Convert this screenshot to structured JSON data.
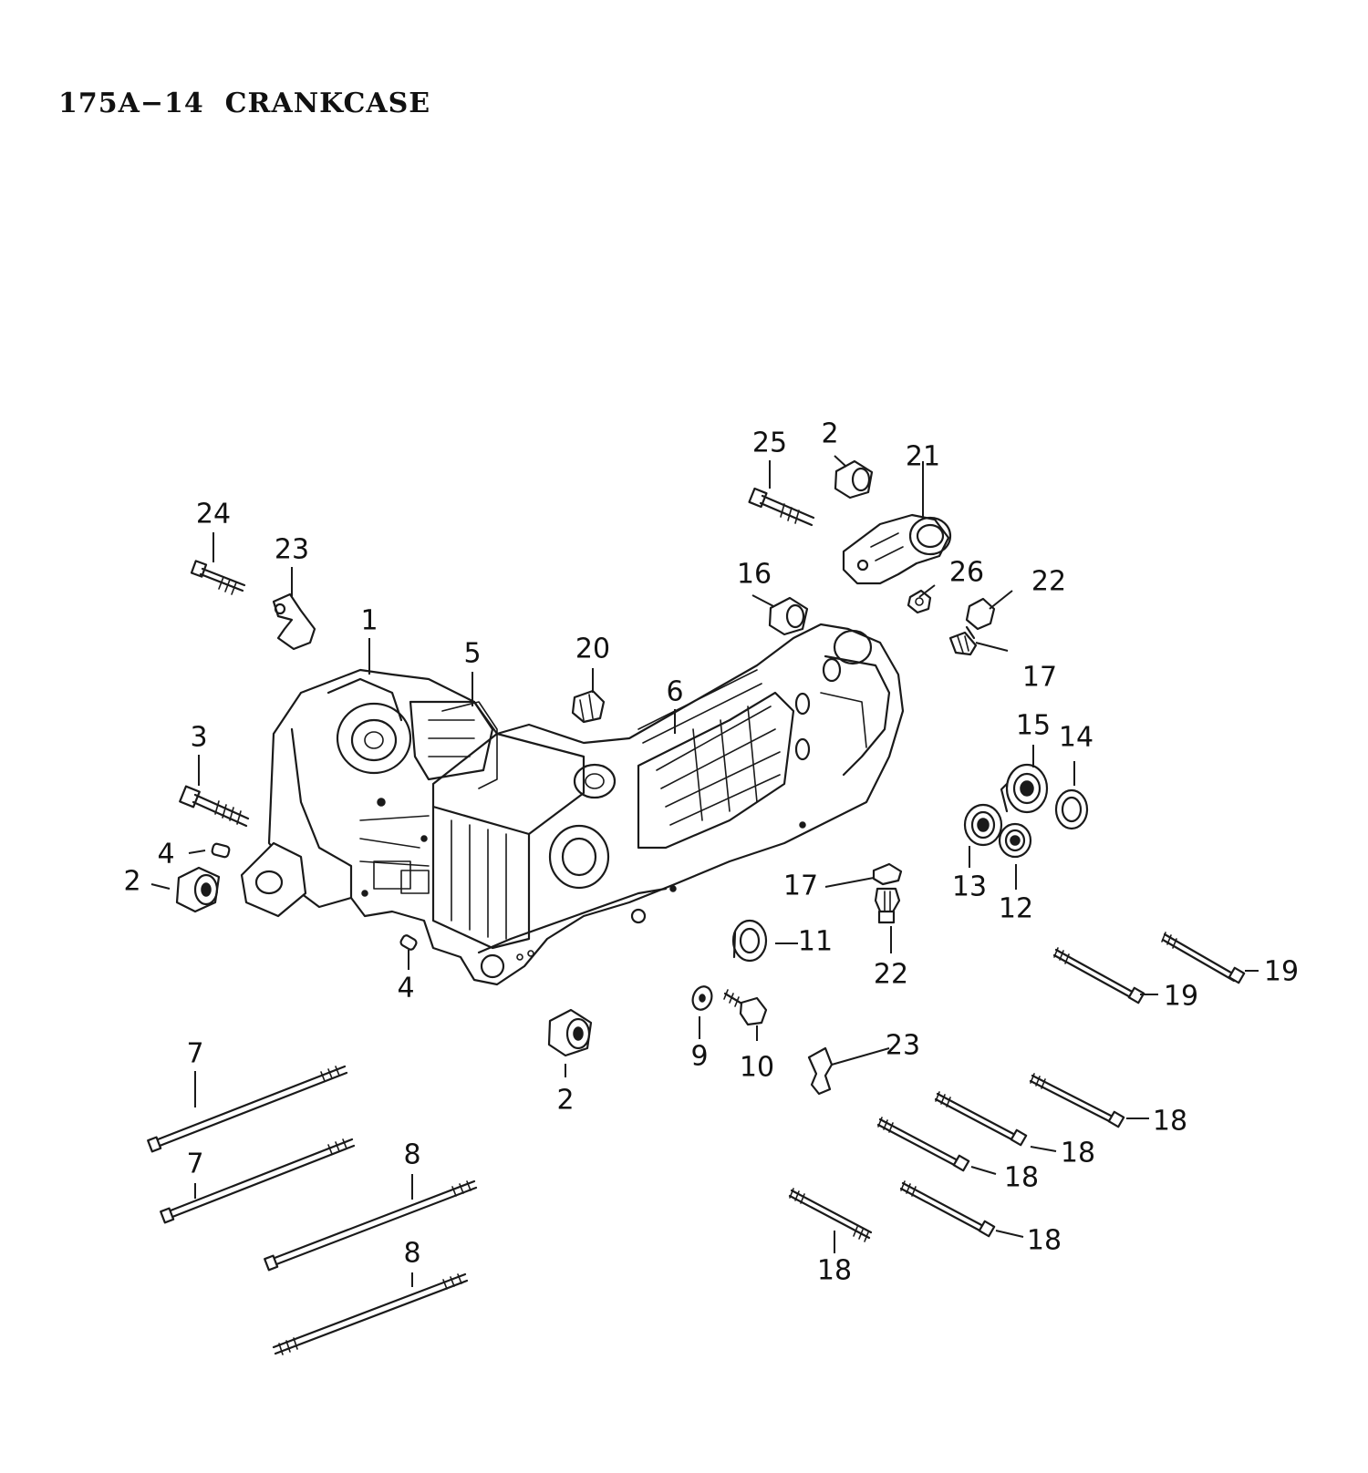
{
  "title": "175A−14  CRANKCASE",
  "callouts": {
    "c1": "1",
    "c2a": "2",
    "c2b": "2",
    "c2c": "2",
    "c3": "3",
    "c4a": "4",
    "c4b": "4",
    "c5": "5",
    "c6": "6",
    "c7a": "7",
    "c7b": "7",
    "c8a": "8",
    "c8b": "8",
    "c9": "9",
    "c10": "10",
    "c11": "11",
    "c12": "12",
    "c13": "13",
    "c14": "14",
    "c15": "15",
    "c16": "16",
    "c17a": "17",
    "c17b": "17",
    "c18a": "18",
    "c18b": "18",
    "c18c": "18",
    "c18d": "18",
    "c18e": "18",
    "c19a": "19",
    "c19b": "19",
    "c20": "20",
    "c21": "21",
    "c22a": "22",
    "c22b": "22",
    "c23a": "23",
    "c23b": "23",
    "c24": "24",
    "c25": "25",
    "c26": "26"
  }
}
